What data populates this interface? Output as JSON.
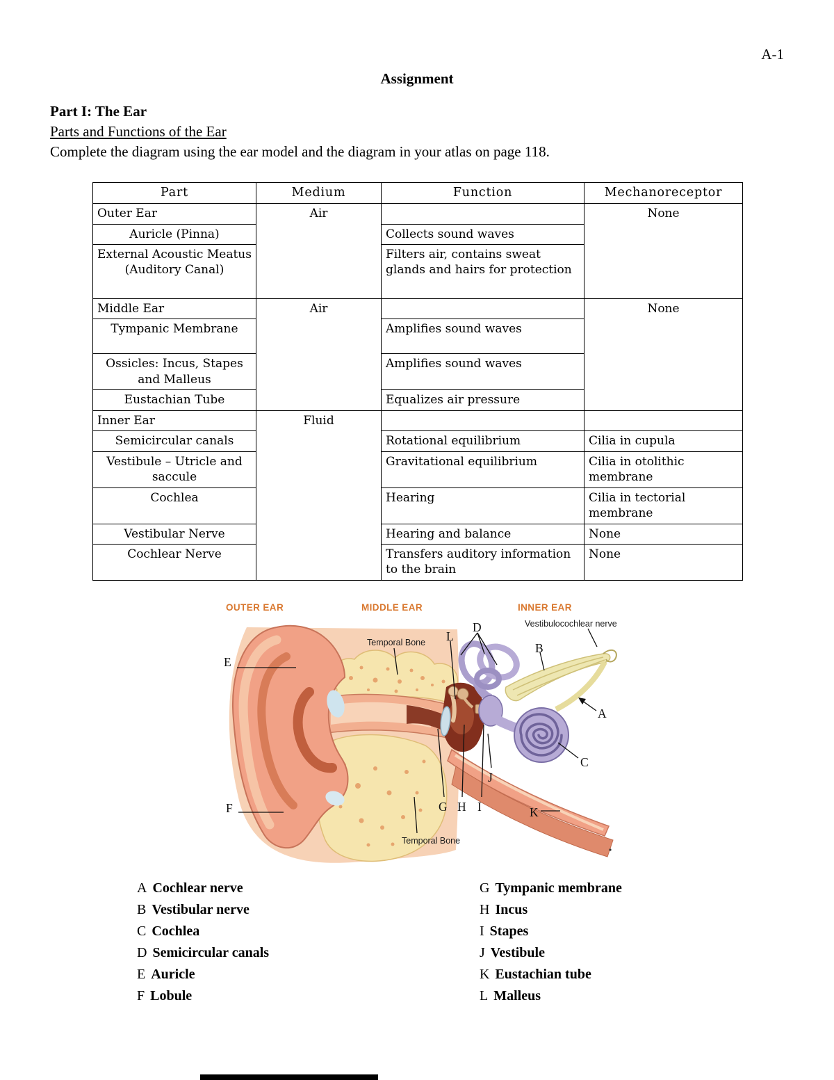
{
  "page": {
    "page_number": "A-1",
    "title": "Assignment",
    "heading": "Part I: The Ear",
    "subheading": "Parts and Functions of the Ear",
    "instruction": "Complete the diagram using the ear model and the diagram in your atlas on page 118."
  },
  "table": {
    "headers": [
      "Part",
      "Medium",
      "Function",
      "Mechanoreceptor"
    ],
    "sections": [
      {
        "name": "Outer Ear",
        "medium": "Air",
        "mechanoreceptor": "None",
        "rows": [
          {
            "part": "Auricle (Pinna)",
            "function": "Collects sound waves"
          },
          {
            "part": "External Acoustic Meatus (Auditory Canal)",
            "function": "Filters air, contains sweat glands and hairs for protection"
          }
        ]
      },
      {
        "name": "Middle Ear",
        "medium": "Air",
        "mechanoreceptor": "None",
        "rows": [
          {
            "part": "Tympanic Membrane",
            "function": "Amplifies sound waves"
          },
          {
            "part": "Ossicles: Incus, Stapes and Malleus",
            "function": "Amplifies sound waves"
          },
          {
            "part": "Eustachian Tube",
            "function": "Equalizes air pressure"
          }
        ]
      },
      {
        "name": "Inner Ear",
        "medium": "Fluid",
        "mechanoreceptor": "",
        "rows": [
          {
            "part": "Semicircular canals",
            "function": "Rotational equilibrium",
            "mechanoreceptor": "Cilia in cupula"
          },
          {
            "part": "Vestibule – Utricle and saccule",
            "function": "Gravitational equilibrium",
            "mechanoreceptor": "Cilia in otolithic membrane"
          },
          {
            "part": "Cochlea",
            "function": "Hearing",
            "mechanoreceptor": "Cilia in tectorial membrane"
          },
          {
            "part": "Vestibular Nerve",
            "function": "Hearing and balance",
            "mechanoreceptor": "None"
          },
          {
            "part": "Cochlear Nerve",
            "function": "Transfers auditory information to the brain",
            "mechanoreceptor": "None"
          }
        ]
      }
    ]
  },
  "diagram": {
    "regions": {
      "outer": "OUTER EAR",
      "middle": "MIDDLE EAR",
      "inner": "INNER EAR"
    },
    "annotations": {
      "vestibulocochlear": "Vestibulocochlear nerve",
      "temporal_bone_top": "Temporal Bone",
      "temporal_bone_bottom": "Temporal Bone"
    },
    "letters": {
      "a": "A",
      "b": "B",
      "c": "C",
      "d": "D",
      "e": "E",
      "f": "F",
      "g": "G",
      "h": "H",
      "i": "I",
      "j": "J",
      "k": "K",
      "l": "L"
    }
  },
  "key": {
    "left": [
      {
        "letter": "A",
        "name": "Cochlear nerve"
      },
      {
        "letter": "B",
        "name": "Vestibular nerve"
      },
      {
        "letter": "C",
        "name": "Cochlea"
      },
      {
        "letter": "D",
        "name": "Semicircular canals"
      },
      {
        "letter": "E",
        "name": "Auricle"
      },
      {
        "letter": "F",
        "name": "Lobule"
      }
    ],
    "right": [
      {
        "letter": "G",
        "name": "Tympanic membrane"
      },
      {
        "letter": "H",
        "name": "Incus"
      },
      {
        "letter": "I",
        "name": "Stapes"
      },
      {
        "letter": "J",
        "name": "Vestibule"
      },
      {
        "letter": "K",
        "name": "Eustachian tube"
      },
      {
        "letter": "L",
        "name": "Malleus"
      }
    ]
  }
}
